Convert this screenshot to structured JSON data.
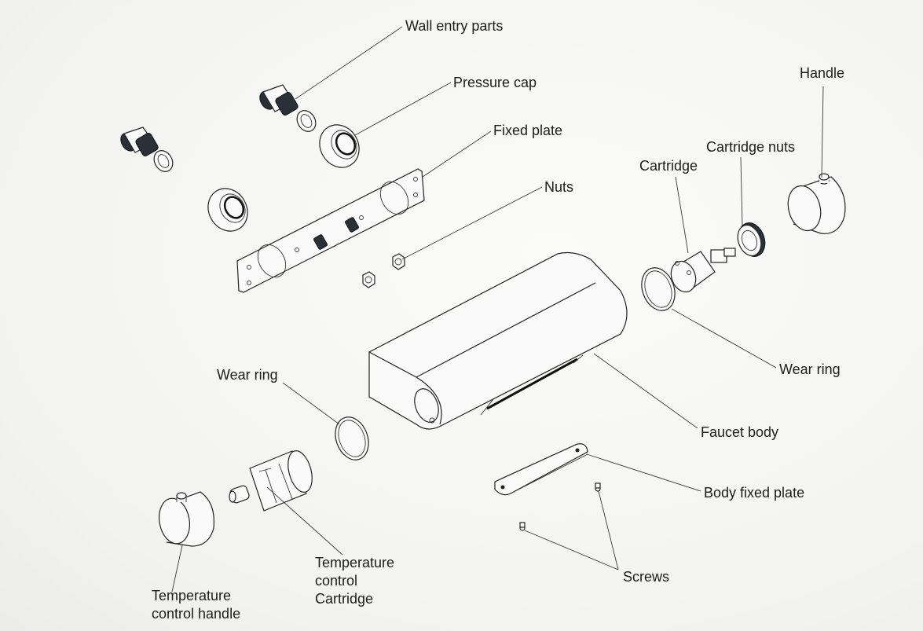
{
  "diagram": {
    "type": "exploded-view",
    "subject": "thermostatic faucet assembly",
    "colors": {
      "background": "#f6f6f4",
      "line": "#222222",
      "text": "#1c1c1c",
      "thread_dark": "#2a3038"
    },
    "labels": {
      "wall_entry_parts": "Wall entry parts",
      "pressure_cap": "Pressure cap",
      "fixed_plate": "Fixed plate",
      "nuts": "Nuts",
      "handle": "Handle",
      "cartridge_nuts": "Cartridge nuts",
      "cartridge": "Cartridge",
      "wear_ring_right": "Wear ring",
      "wear_ring_left": "Wear ring",
      "faucet_body": "Faucet body",
      "body_fixed_plate": "Body fixed plate",
      "screws": "Screws",
      "temp_cartridge": [
        "Temperature",
        "control",
        "Cartridge"
      ],
      "temp_handle": [
        "Temperature",
        "control handle"
      ]
    }
  }
}
